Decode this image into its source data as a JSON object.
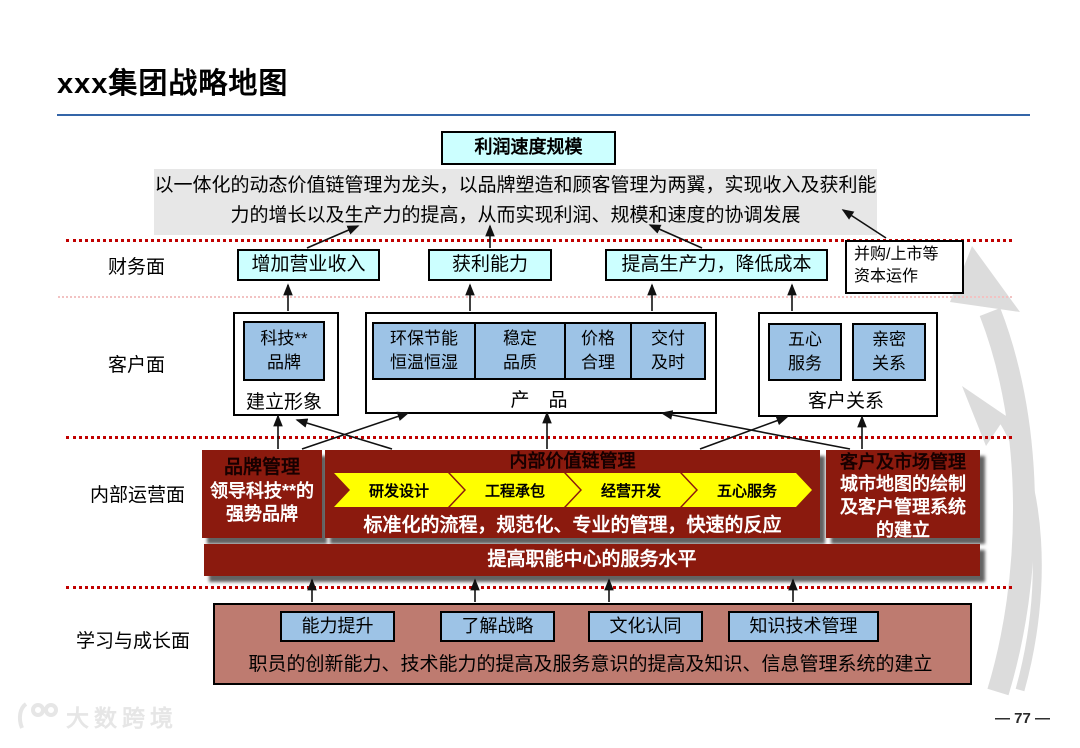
{
  "slide": {
    "title": "xxx集团战略地图",
    "page_number": "— 77 —",
    "watermark": "大数跨境"
  },
  "apex": {
    "label": "利润速度规模"
  },
  "vision": {
    "text": "以一体化的动态价值链管理为龙头，以品牌塑造和顾客管理为两翼，实现收入及获利能力的增长以及生产力的提高，从而实现利润、规模和速度的协调发展"
  },
  "finance": {
    "label": "财务面",
    "revenue": "增加营业收入",
    "profit": "获利能力",
    "productivity": "提高生产力，降低成本",
    "capital": {
      "line1": "并购/上市等",
      "line2": "资本运作"
    }
  },
  "customer": {
    "label": "客户面",
    "image": {
      "item_line1": "科技**",
      "item_line2": "品牌",
      "caption": "建立形象"
    },
    "product": {
      "caption": "产　品",
      "items": [
        {
          "line1": "环保节能",
          "line2": "恒温恒湿"
        },
        {
          "line1": "稳定",
          "line2": "品质"
        },
        {
          "line1": "价格",
          "line2": "合理"
        },
        {
          "line1": "交付",
          "line2": "及时"
        }
      ]
    },
    "relation": {
      "caption": "客户关系",
      "items": [
        {
          "line1": "五心",
          "line2": "服务"
        },
        {
          "line1": "亲密",
          "line2": "关系"
        }
      ]
    }
  },
  "internal": {
    "label": "内部运营面",
    "brand": {
      "title": "品牌管理",
      "body": "领导科技**的强势品牌"
    },
    "value_chain": {
      "title": "内部价值链管理",
      "steps": [
        "研发设计",
        "工程承包",
        "经营开发",
        "五心服务"
      ],
      "slogan": "标准化的流程，规范化、专业的管理，快速的反应"
    },
    "market": {
      "title": "客户及市场管理",
      "body": "城市地图的绘制及客户管理系统的建立"
    },
    "service_bar": "提高职能中心的服务水平"
  },
  "learning": {
    "label": "学习与成长面",
    "items": [
      "能力提升",
      "了解战略",
      "文化认同",
      "知识技术管理"
    ],
    "caption": "职员的创新能力、技术能力的提高及服务意识的提高及知识、信息管理系统的建立"
  },
  "colors": {
    "accent_cyan": "#CCFFFF",
    "accent_blue": "#9DC3E6",
    "dark_red": "#8B1A0E",
    "learning_rosy": "#BE7B70",
    "chevron_yellow": "#FFFF00",
    "separator_red": "#C00000",
    "title_rule_blue": "#3465A8",
    "swoosh_gray": "#DCDCDC"
  }
}
